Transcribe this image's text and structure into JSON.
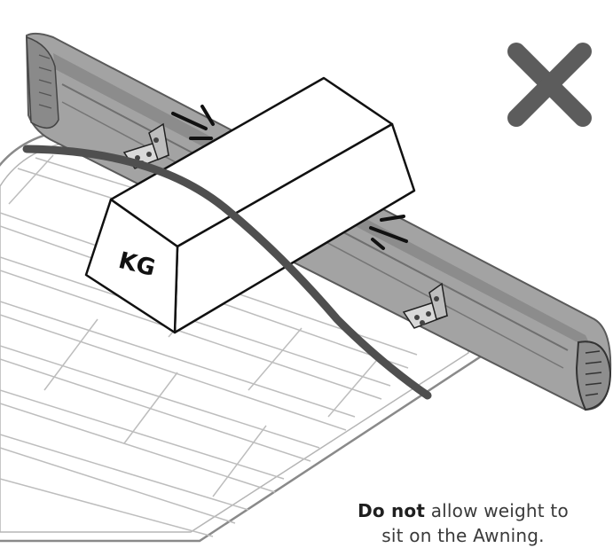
{
  "illustration": {
    "box_label": "KG",
    "warning_symbol": "cross-icon",
    "colors": {
      "awning": "#9a9a9a",
      "awning_dark": "#6f6f6f",
      "cross": "#5c5c5c",
      "strap": "#4a4a4a",
      "rack": "#ffffff",
      "outline": "#111111"
    }
  },
  "caption": {
    "emphasis": "Do not",
    "rest_line1": " allow weight to",
    "line2": "sit on the Awning."
  }
}
